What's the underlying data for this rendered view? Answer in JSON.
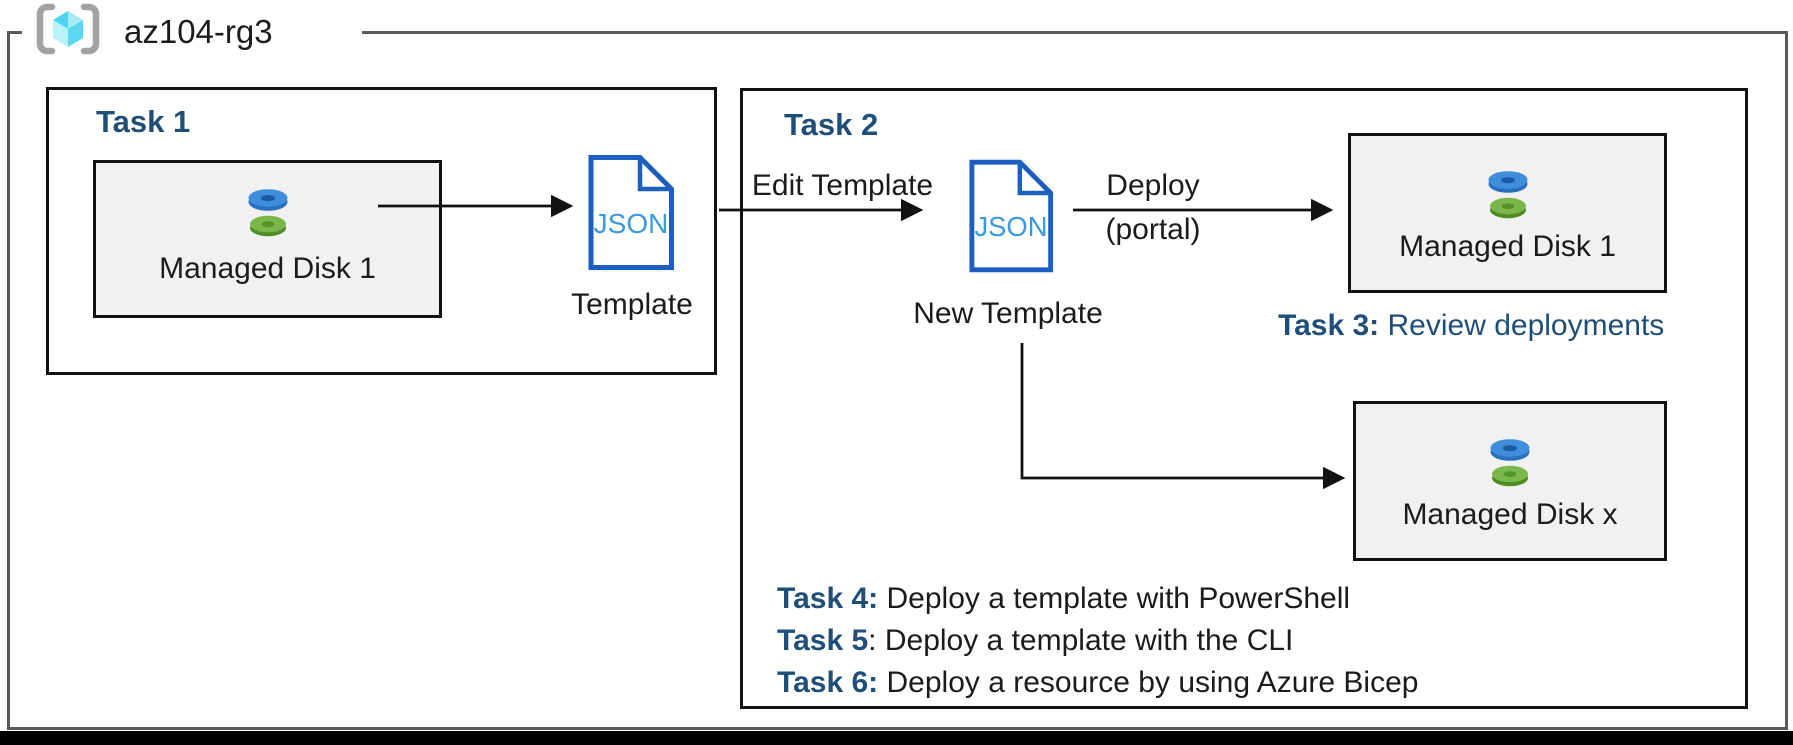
{
  "resource_group": {
    "label": "az104-rg3"
  },
  "task1": {
    "title": "Task 1",
    "managed_disk": {
      "label": "Managed Disk 1"
    },
    "template_file": {
      "badge": "JSON",
      "caption": "Template"
    }
  },
  "arrows": {
    "edit_template_label": "Edit Template",
    "deploy_label_line1": "Deploy",
    "deploy_label_line2": "(portal)"
  },
  "task2": {
    "title": "Task 2",
    "new_template_file": {
      "badge": "JSON",
      "caption": "New Template"
    },
    "managed_disk_1": {
      "label": "Managed Disk 1"
    },
    "managed_disk_x": {
      "label": "Managed Disk x"
    },
    "task3": {
      "prefix": "Task 3:",
      "rest": " Review deployments"
    },
    "tasks": [
      {
        "prefix": "Task 4:",
        "rest": " Deploy a template with PowerShell"
      },
      {
        "prefix": "Task 5",
        "rest": ": Deploy a template with the CLI"
      },
      {
        "prefix": "Task 6:",
        "rest": " Deploy a resource by using Azure Bicep"
      }
    ]
  },
  "colors": {
    "task_accent": "#1F4E79",
    "frame_gray": "#5A5A5A",
    "box_fill": "#F1F1F1",
    "json_icon_stroke": "#1C5FC0",
    "json_icon_text": "#3B99DD",
    "disk_blue_top": "#3F8EDB",
    "disk_blue_side": "#2A71BD",
    "disk_green_top": "#7AB84B",
    "disk_green_side": "#4F8D24",
    "cube_cyan": "#4FD5F0"
  }
}
